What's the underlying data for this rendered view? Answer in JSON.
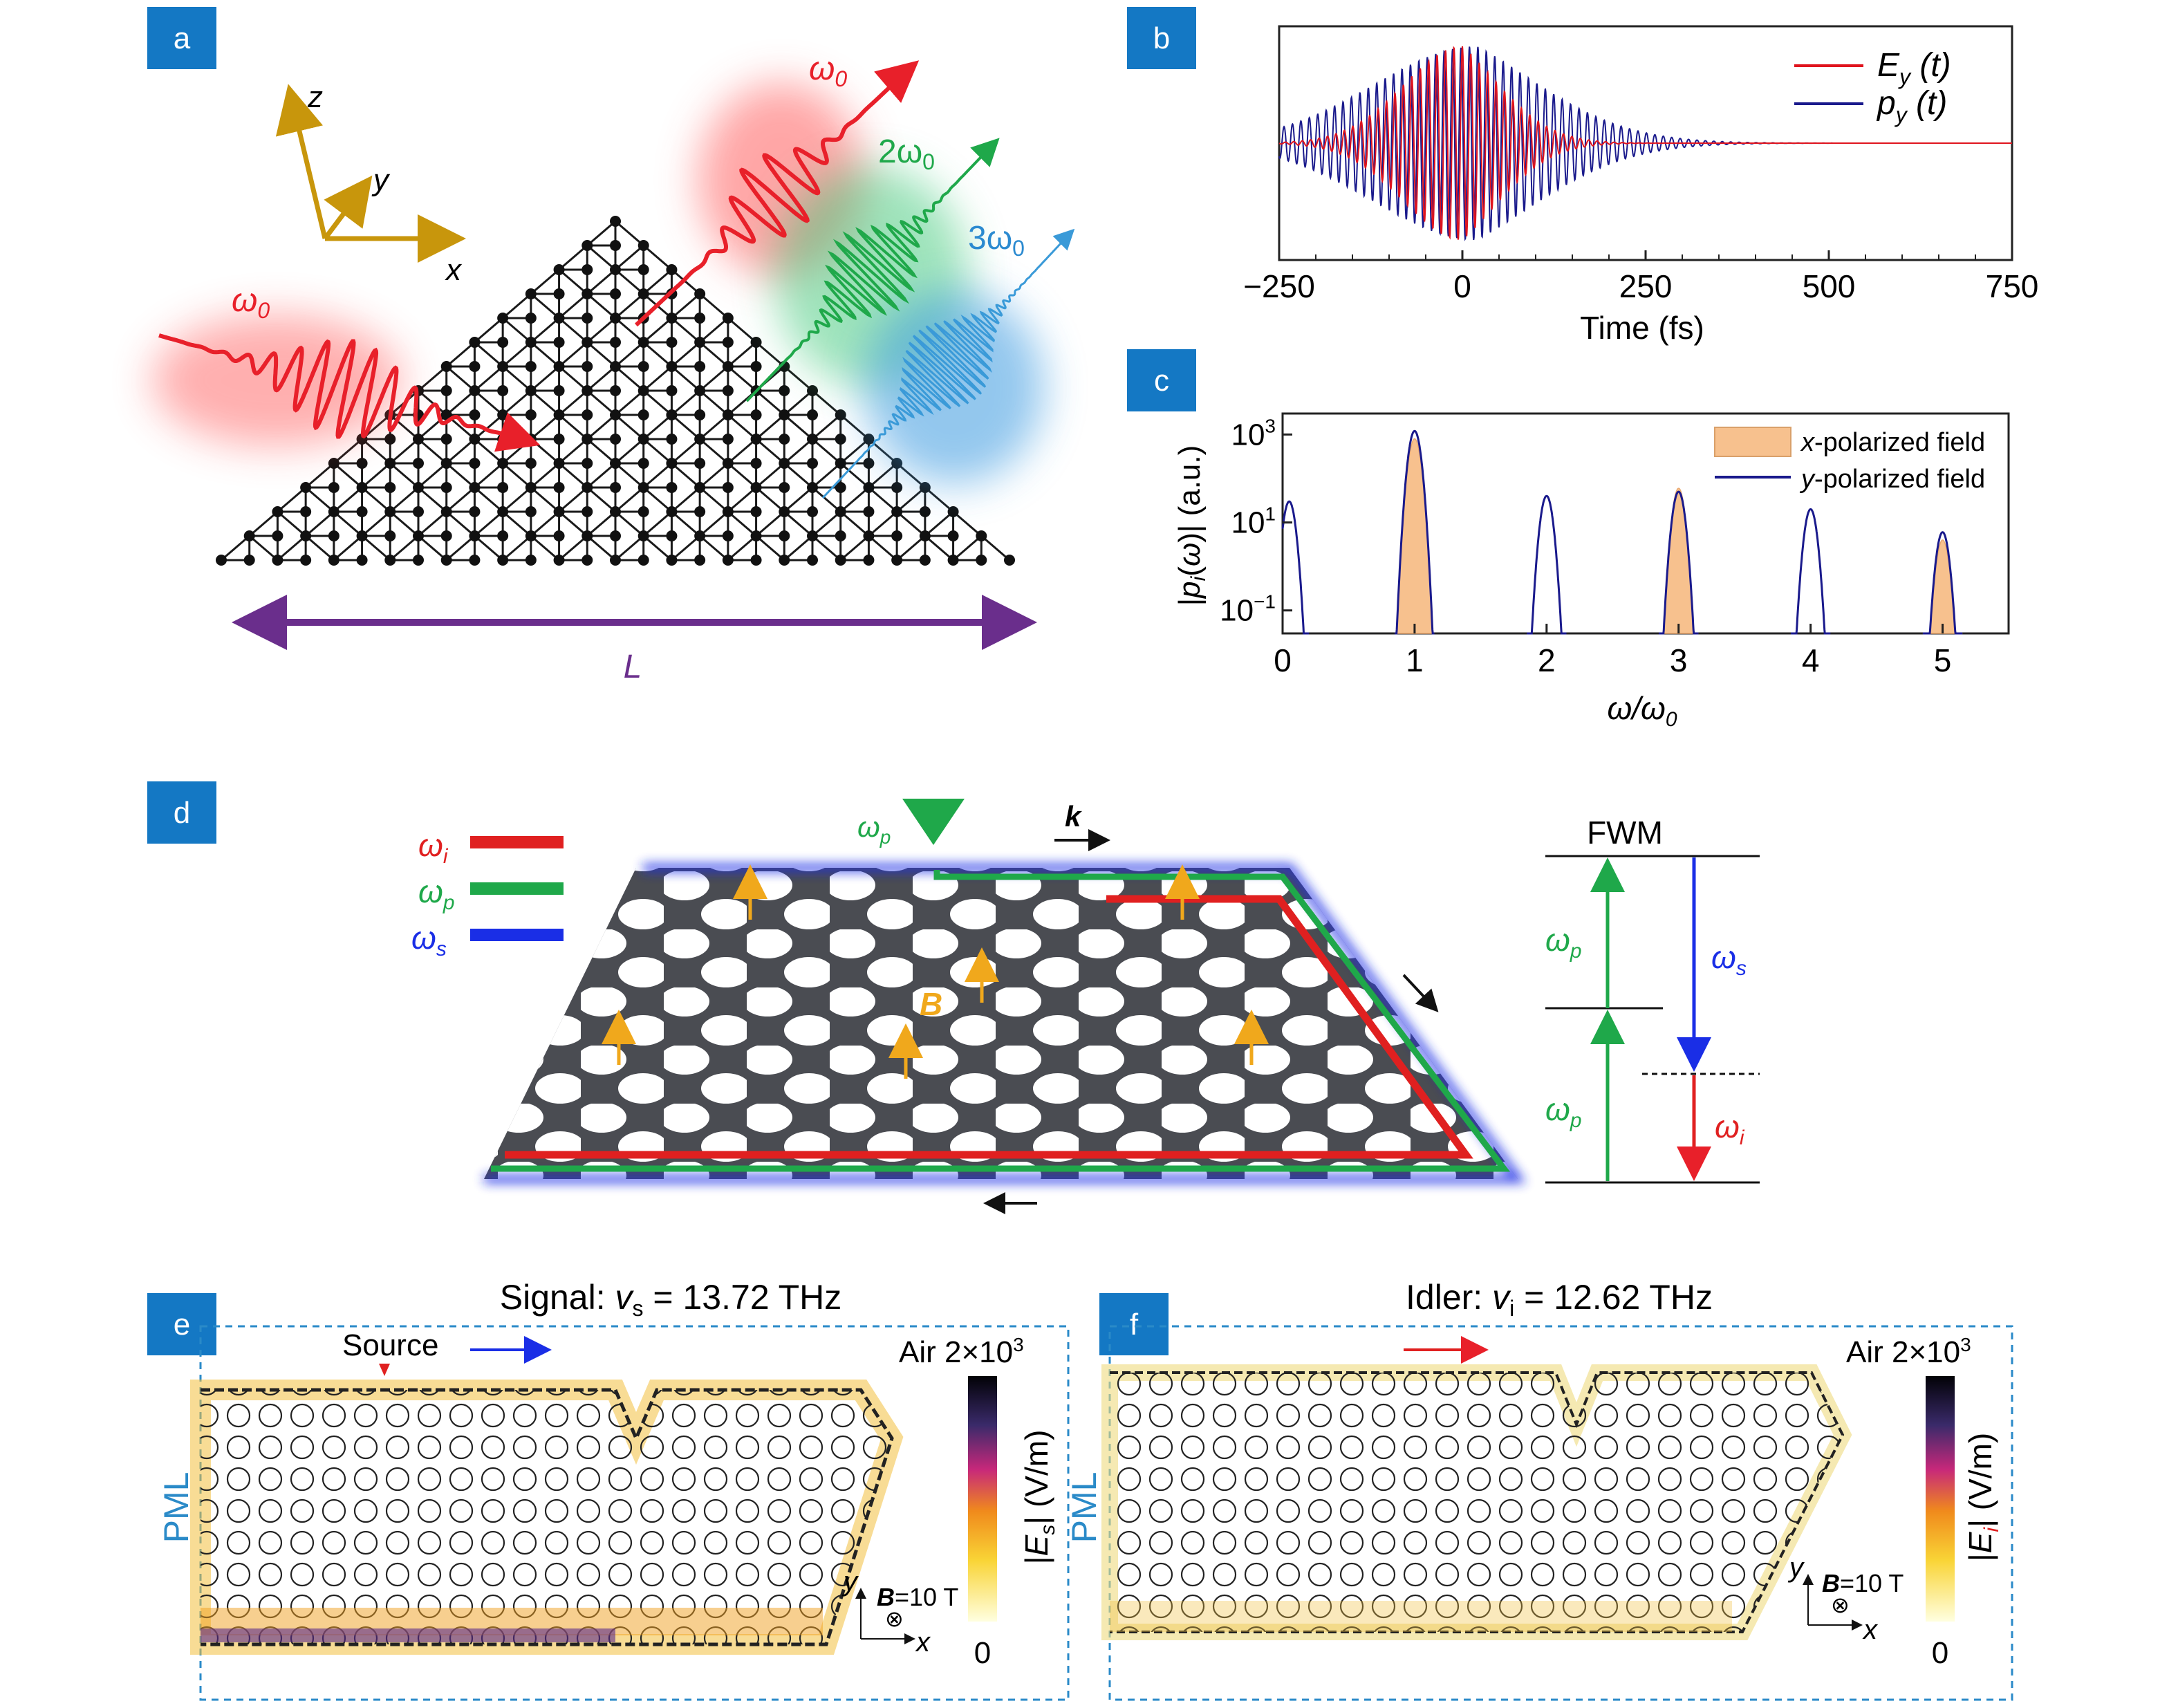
{
  "panels": {
    "a": {
      "label": "a",
      "omega0_in": "ω",
      "omega0_in_sub": "0",
      "omega0_out": "ω",
      "omega0_out_sub": "0",
      "two_omega": "2ω",
      "two_omega_sub": "0",
      "three_omega": "3ω",
      "three_omega_sub": "0",
      "axis_x": "x",
      "axis_y": "y",
      "axis_z": "z",
      "length_label": "L"
    },
    "b": {
      "label": "b"
    },
    "c": {
      "label": "c"
    },
    "d": {
      "label": "d",
      "legend": [
        {
          "sym": "ω",
          "sub": "i",
          "color": "#e02020"
        },
        {
          "sym": "ω",
          "sub": "p",
          "color": "#1fa84a"
        },
        {
          "sym": "ω",
          "sub": "s",
          "color": "#1a2ee6"
        }
      ],
      "pump_label": "ω",
      "pump_sub": "p",
      "k_label": "k",
      "b_label": "B",
      "fwm_title": "FWM",
      "fwm_wp1": "ω",
      "fwm_wp1_sub": "p",
      "fwm_wp2": "ω",
      "fwm_wp2_sub": "p",
      "fwm_ws": "ω",
      "fwm_ws_sub": "s",
      "fwm_wi": "ω",
      "fwm_wi_sub": "i"
    },
    "e": {
      "label": "e",
      "title_pre": "Signal: ",
      "title_sym": "v",
      "title_sub": "s",
      "title_post": " = 13.72 THz",
      "source_label": "Source",
      "pml": "PML",
      "air": "Air",
      "cbar_max": "2×10",
      "cbar_max_exp": "3",
      "cbar_min": "0",
      "cbar_label_pre": "|",
      "cbar_label_sym": "E",
      "cbar_label_sub": "s",
      "cbar_label_post": "| (V/m)",
      "b_field": "=10 T",
      "b_sym": "B",
      "axis_x": "x",
      "axis_y": "y"
    },
    "f": {
      "label": "f",
      "title_pre": "Idler: ",
      "title_sym": "v",
      "title_sub": "i",
      "title_post": " = 12.62 THz",
      "pml": "PML",
      "air": "Air",
      "cbar_max": "2×10",
      "cbar_max_exp": "3",
      "cbar_min": "0",
      "cbar_label_pre": "|",
      "cbar_label_sym": "E",
      "cbar_label_sub": "i",
      "cbar_label_post": "| (V/m)",
      "b_field": "=10 T",
      "b_sym": "B",
      "axis_x": "x",
      "axis_y": "y"
    }
  },
  "chart_data": [
    {
      "panel": "b",
      "type": "line",
      "xlabel": "Time (fs)",
      "xlim": [
        -250,
        750
      ],
      "xticks": [
        -250,
        0,
        250,
        500,
        750
      ],
      "series": [
        {
          "name": "E_y (t)",
          "legend_sym": "E",
          "legend_sub": "y",
          "legend_post": " (t)",
          "color": "#e0141e",
          "center_fs": 0,
          "width_fs": 80,
          "amplitude": 1.0
        },
        {
          "name": "p_y (t)",
          "legend_sym": "p",
          "legend_sub": "y",
          "legend_post": " (t)",
          "color": "#1a1a8c",
          "center_fs": 20,
          "width_fs": 140,
          "amplitude": 1.0
        }
      ]
    },
    {
      "panel": "c",
      "type": "line",
      "xlabel": "ω/ω",
      "xlabel_sub": "0",
      "ylabel": "|p_i(ω)| (a.u.)",
      "xlim": [
        0,
        5.5
      ],
      "xticks": [
        0,
        1,
        2,
        3,
        4,
        5
      ],
      "yscale": "log",
      "ylim": [
        0.03,
        3000
      ],
      "yticks": [
        {
          "base": "10",
          "exp": "3",
          "value": 1000
        },
        {
          "base": "10",
          "exp": "1",
          "value": 10
        },
        {
          "base": "10",
          "exp": "−1",
          "value": 0.1
        }
      ],
      "series": [
        {
          "name": "x-polarized field",
          "legend_sym": "x",
          "legend_post": "-polarized field",
          "color": "#f7c18e",
          "style": "area",
          "peaks": [
            [
              1,
              800
            ],
            [
              3,
              60
            ],
            [
              5,
              4
            ]
          ]
        },
        {
          "name": "y-polarized field",
          "legend_sym": "y",
          "legend_post": "-polarized field",
          "color": "#1a1a8c",
          "style": "line",
          "peaks": [
            [
              0.05,
              30
            ],
            [
              1,
              1200
            ],
            [
              2,
              40
            ],
            [
              3,
              50
            ],
            [
              4,
              20
            ],
            [
              5,
              6
            ]
          ]
        }
      ]
    }
  ]
}
